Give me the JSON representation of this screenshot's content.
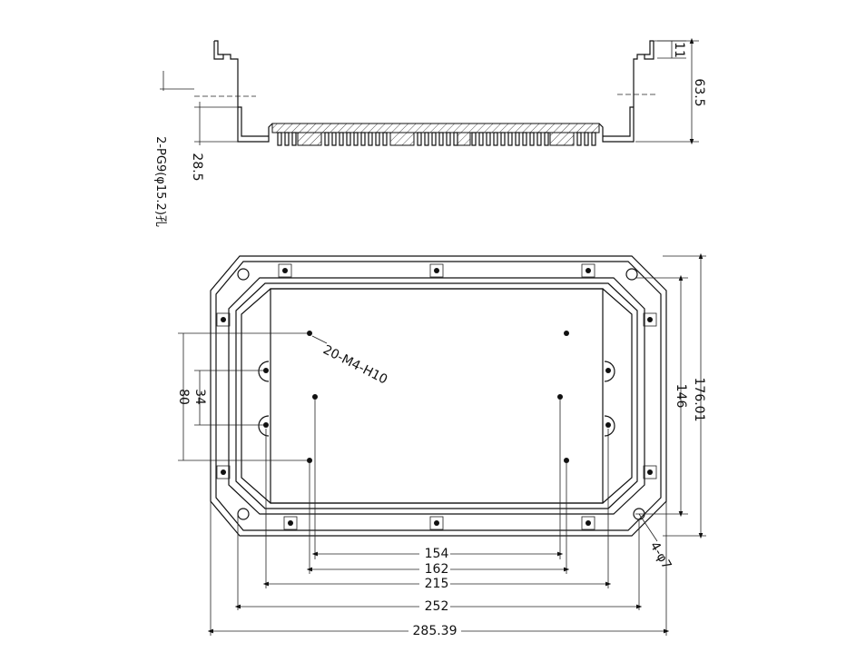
{
  "section_view": {
    "label_overall_height": "63.5",
    "label_lip": "11",
    "label_body_height": "28.5",
    "label_pg_note": "2-PG9(φ15.2)孔"
  },
  "plan_view": {
    "label_holes": "20-M4-H10",
    "label_corner_holes": "4-φ7",
    "label_outer_height": "176.01",
    "label_inner_height": "146",
    "label_v80": "80",
    "label_v34": "34",
    "label_w154": "154",
    "label_w162": "162",
    "label_w215": "215",
    "label_w252": "252",
    "label_w285": "285.39"
  }
}
